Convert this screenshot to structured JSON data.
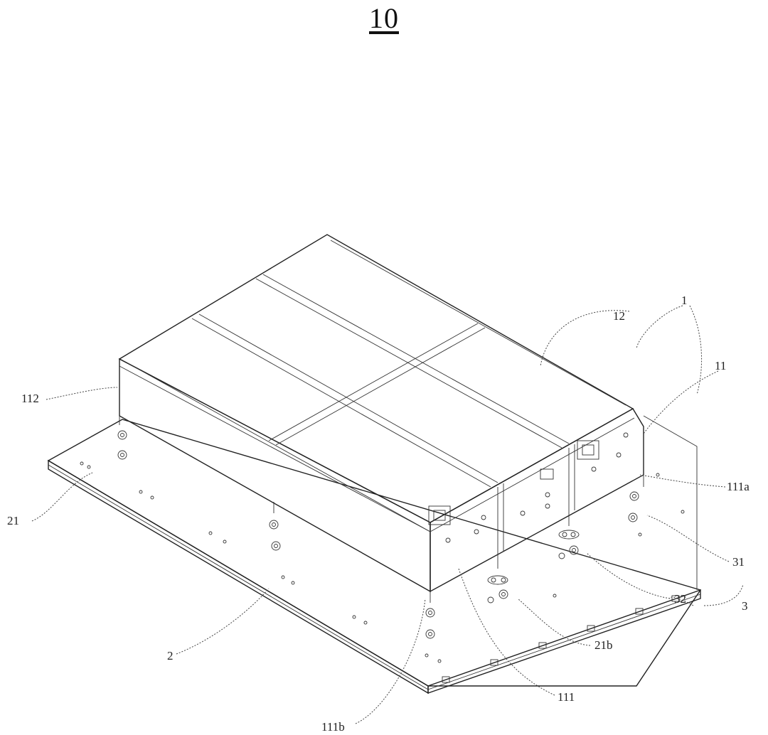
{
  "figure_number": "10",
  "labels": {
    "l1": "1",
    "l12": "12",
    "l11": "11",
    "l112": "112",
    "l111a": "111a",
    "l21": "21",
    "l31": "31",
    "l32": "32",
    "l3": "3",
    "l21b": "21b",
    "l2": "2",
    "l111": "111",
    "l111b": "111b"
  }
}
